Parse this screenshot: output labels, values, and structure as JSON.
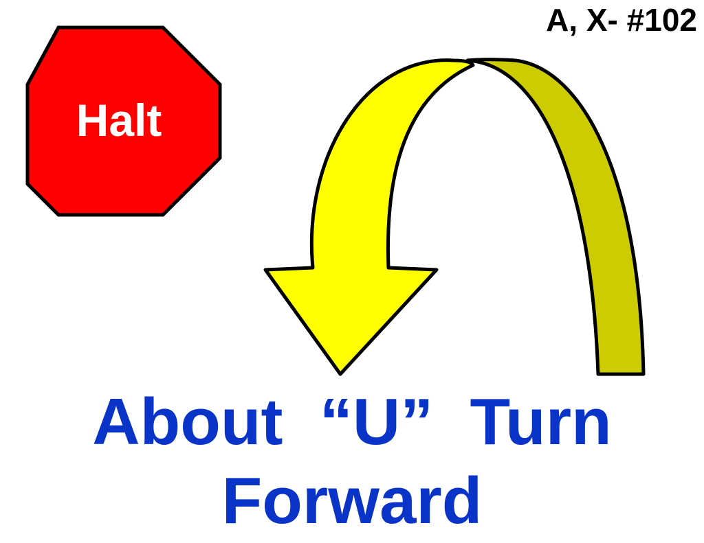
{
  "slide": {
    "code": "A, X- #102",
    "sign": {
      "label": "Halt",
      "fill": "#ff0000",
      "text_color": "#ffffff",
      "outline": "#000000"
    },
    "title_line1": "About  “U”  Turn",
    "title_line2": "Forward",
    "title_color": "#0a33c8",
    "arrow": {
      "front_color": "#ffff00",
      "back_color": "#cccc00",
      "outline": "#000000"
    }
  }
}
